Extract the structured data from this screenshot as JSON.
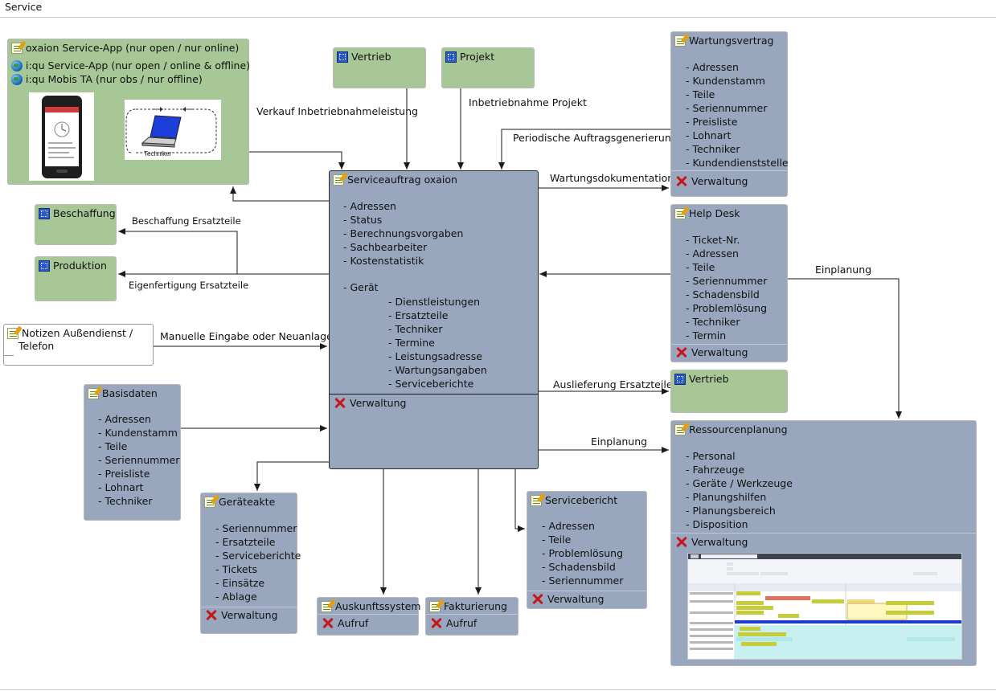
{
  "window": {
    "title": "Service"
  },
  "app_box": {
    "line1": "oxaion Service-App  (nur open / nur online)",
    "line2": "i:qu Service-App (nur open / online & offline)",
    "line3": "i:qu Mobis TA (nur obs / nur offline)",
    "laptop_caption": "Techniker"
  },
  "vertrieb_top": {
    "title": "Vertrieb"
  },
  "projekt": {
    "title": "Projekt"
  },
  "wartungsvertrag": {
    "title": "Wartungsvertrag",
    "items": [
      "- Adressen",
      "- Kundenstamm",
      "- Teile",
      "- Seriennummer",
      "- Preisliste",
      "- Lohnart",
      "- Techniker",
      "- Kundendienststelle"
    ],
    "footer": "Verwaltung"
  },
  "serviceauftrag": {
    "title": "Serviceauftrag oxaion",
    "items": [
      "- Adressen",
      "- Status",
      "- Berechnungsvorgaben",
      "- Sachbearbeiter",
      "- Kostenstatistik"
    ],
    "geraet_label": "- Gerät",
    "geraet_items": [
      "- Dienstleistungen",
      "- Ersatzteile",
      "- Techniker",
      "- Termine",
      "- Leistungsadresse",
      "- Wartungsangaben",
      "- Serviceberichte"
    ],
    "footer": "Verwaltung"
  },
  "beschaffung": {
    "title": "Beschaffung"
  },
  "produktion": {
    "title": "Produktion"
  },
  "notizen": {
    "line1": "Notizen Außendienst /",
    "line2": "Telefon"
  },
  "basisdaten": {
    "title": "Basisdaten",
    "items": [
      "- Adressen",
      "- Kundenstamm",
      "- Teile",
      "- Seriennummer",
      "- Preisliste",
      "- Lohnart",
      "- Techniker"
    ]
  },
  "helpdesk": {
    "title": "Help Desk",
    "items": [
      "- Ticket-Nr.",
      "- Adressen",
      "- Teile",
      "- Seriennummer",
      "- Schadensbild",
      "- Problemlösung",
      "- Techniker",
      "- Termin"
    ],
    "footer": "Verwaltung"
  },
  "vertrieb_right": {
    "title": "Vertrieb"
  },
  "ressourcen": {
    "title": "Ressourcenplanung",
    "items": [
      "- Personal",
      "- Fahrzeuge",
      "- Geräte / Werkzeuge",
      "- Planungshilfen",
      "- Planungsbereich",
      "- Disposition"
    ],
    "footer": "Verwaltung"
  },
  "geraeteakte": {
    "title": "Geräteakte",
    "items": [
      "- Seriennummer",
      "- Ersatzteile",
      "- Serviceberichte",
      "- Tickets",
      "- Einsätze",
      "- Ablage"
    ],
    "footer": "Verwaltung"
  },
  "auskunft": {
    "title": "Auskunftssystem",
    "footer": "Aufruf"
  },
  "fakturierung": {
    "title": "Fakturierung",
    "footer": "Aufruf"
  },
  "servicebericht": {
    "title": "Servicebericht",
    "items": [
      "- Adressen",
      "- Teile",
      "- Problemlösung",
      "- Schadensbild",
      "- Seriennummer"
    ],
    "footer": "Verwaltung"
  },
  "edges": {
    "verkauf": "Verkauf Inbetriebnahmeleistung",
    "inbetriebnahme": "Inbetriebnahme Projekt",
    "periodisch": "Periodische Auftragsgenerierung",
    "wartungsdoku": "Wartungsdokumentation",
    "beschaffung_et": "Beschaffung Ersatzteile",
    "eigenfertigung": "Eigenfertigung Ersatzteile",
    "manuell": "Manuelle Eingabe oder Neuanlage",
    "einplanung_hd": "Einplanung",
    "auslieferung": "Auslieferung Ersatzteile",
    "einplanung_rp": "Einplanung"
  },
  "icons": [
    "note-icon",
    "grid-icon",
    "globe-icon",
    "tools-icon",
    "phone-image",
    "laptop-image",
    "gantt-image"
  ],
  "colors": {
    "blue_box": "#98a7be",
    "green_box": "#a7c797",
    "line": "#1a1a1a",
    "tools_red": "#c8161d"
  }
}
